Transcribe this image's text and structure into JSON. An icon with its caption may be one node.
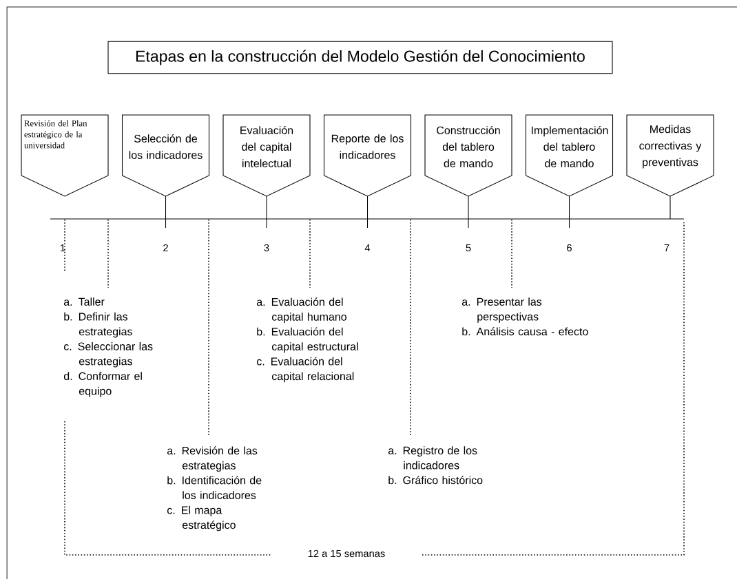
{
  "diagram": {
    "title": "Etapas en la construcción del Modelo Gestión del Conocimiento",
    "nodes": [
      {
        "text": [
          "Revisión del Plan estratégico de la universidad"
        ]
      },
      {
        "text": [
          "Selección de los indicadores"
        ]
      },
      {
        "text": [
          "Evaluación del capital intelectual"
        ]
      },
      {
        "text": [
          "Reporte de los indicadores"
        ]
      },
      {
        "text": [
          "Construcción del tablero de mando"
        ]
      },
      {
        "text": [
          "Implementación del tablero de mando"
        ]
      },
      {
        "text": [
          "Medidas correctivas y preventivas"
        ]
      }
    ],
    "labels": [
      "1",
      "2",
      "3",
      "4",
      "5",
      "6",
      "7",
      "a. Taller",
      "b. Definir las estrategias",
      "c. Seleccionar las estrategias",
      "d. Conformar el equipo",
      "a. Evaluación del capital humano",
      "b. Evaluación del capital estructural",
      "c. Evaluación del capital relacional",
      "a. Presentar las perspectivas",
      "b. Análisis causa - efecto",
      "a. Revisión de las estrategias",
      "b. Identificación de los indicadores",
      "c. El mapa estratégico",
      "a. Registro de los indicadores",
      "b. Gráfico histórico",
      "12 a 15 semanas"
    ]
  }
}
